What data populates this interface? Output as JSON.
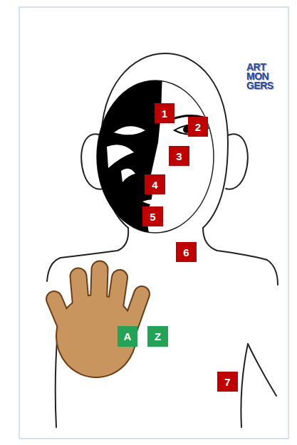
{
  "diagram": {
    "labels": [
      "1",
      "2",
      "3",
      "4",
      "5",
      "6",
      "7",
      "A",
      "Z",
      "ART MON GERS"
    ]
  }
}
